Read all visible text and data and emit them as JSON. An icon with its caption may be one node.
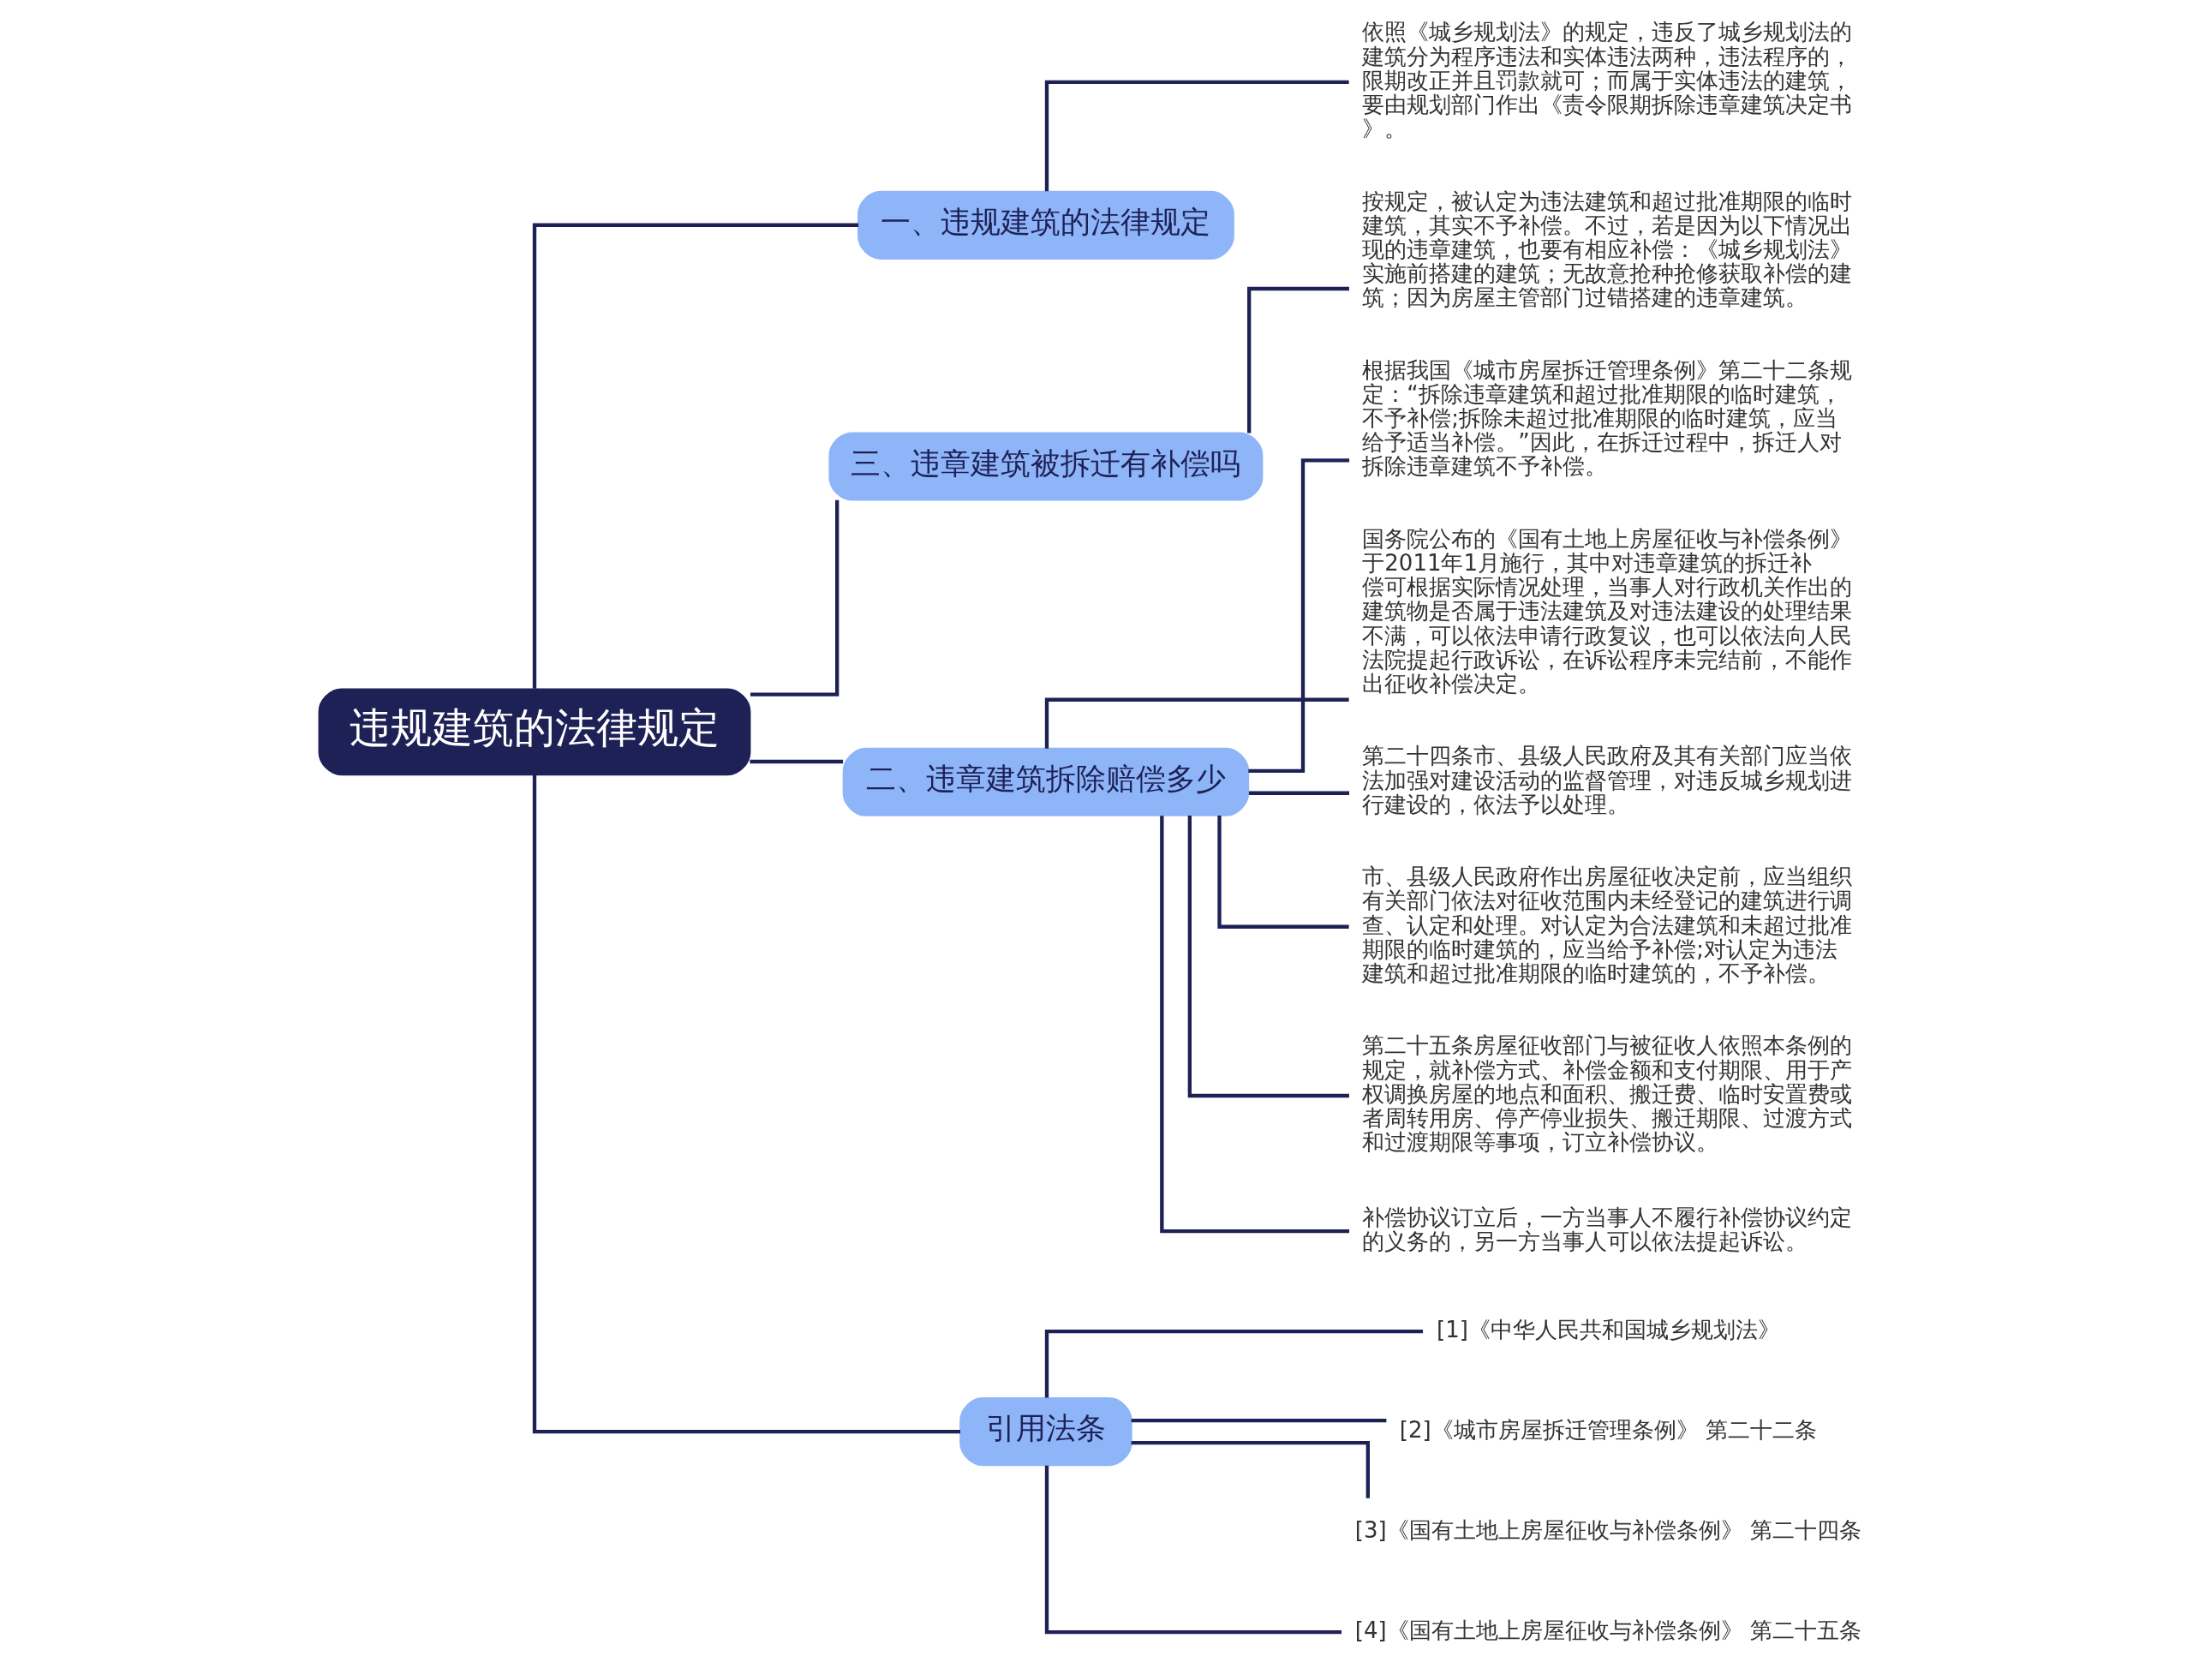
{
  "diagram": {
    "nodes": [
      {
        "text": [
          "违规建筑的法律规定"
        ]
      },
      {
        "text": [
          "一、违规建筑的法律规定"
        ]
      },
      {
        "text": [
          "依照《城乡规划法》的规定，违反了城乡规划法的建筑分为程序违法和实体违法两种，违法程序的，限期改正并且罚款就可；而属于实体违法的建筑，要由规划部门作出《责令限期拆除违章建筑决定书》。"
        ]
      },
      {
        "text": [
          "三、违章建筑被拆迁有补偿吗"
        ]
      },
      {
        "text": [
          "按规定，被认定为违法建筑和超过批准期限的临时建筑，其实不予补偿。不过，若是因为以下情况出现的违章建筑，也要有相应补偿：《城乡规划法》实施前搭建的建筑；无故意抢种抢修获取补偿的建筑；因为房屋主管部门过错搭建的违章建筑。"
        ]
      },
      {
        "text": [
          "二、违章建筑拆除赔偿多少"
        ]
      },
      {
        "text": [
          "根据我国《城市房屋拆迁管理条例》第二十二条规定：“拆除违章建筑和超过批准期限的临时建筑，不予补偿;拆除未超过批准期限的临时建筑，应当给予适当补偿。”因此，在拆迁过程中，拆迁人对拆除违章建筑不予补偿。"
        ]
      },
      {
        "text": [
          "国务院公布的《国有土地上房屋征收与补偿条例》于2011年1月施行，其中对违章建筑的拆迁补偿可根据实际情况处理，当事人对行政机关作出的建筑物是否属于违法建筑及对违法建设的处理结果不满，可以依法申请行政复议，也可以依法向人民法院提起行政诉讼，在诉讼程序未完结前，不能作出征收补偿决定。"
        ]
      },
      {
        "text": [
          "第二十四条市、县级人民政府及其有关部门应当依法加强对建设活动的监督管理，对违反城乡规划进行建设的，依法予以处理。"
        ]
      },
      {
        "text": [
          "市、县级人民政府作出房屋征收决定前，应当组织有关部门依法对征收范围内未经登记的建筑进行调查、认定和处理。对认定为合法建筑和未超过批准期限的临时建筑的，应当给予补偿;对认定为违法建筑和超过批准期限的临时建筑的，不予补偿。"
        ]
      },
      {
        "text": [
          "第二十五条房屋征收部门与被征收人依照本条例的规定，就补偿方式、补偿金额和支付期限、用于产权调换房屋的地点和面积、搬迁费、临时安置费或者周转用房、停产停业损失、搬迁期限、过渡方式和过渡期限等事项，订立补偿协议。"
        ]
      },
      {
        "text": [
          "补偿协议订立后，一方当事人不履行补偿协议约定的义务的，另一方当事人可以依法提起诉讼。"
        ]
      },
      {
        "text": [
          "引用法条"
        ]
      },
      {
        "text": [
          "[1]《中华人民共和国城乡规划法》"
        ]
      },
      {
        "text": [
          "[2]《城市房屋拆迁管理条例》 第二十二条"
        ]
      },
      {
        "text": [
          "[3]《国有土地上房屋征收与补偿条例》 第二十四条"
        ]
      },
      {
        "text": [
          "[4]《国有土地上房屋征收与补偿条例》 第二十五条"
        ]
      }
    ],
    "edges": [
      {
        "from": 0,
        "to": 1,
        "arrow": "none"
      },
      {
        "from": 1,
        "to": 2,
        "arrow": "none"
      },
      {
        "from": 0,
        "to": 3,
        "arrow": "none"
      },
      {
        "from": 3,
        "to": 4,
        "arrow": "none"
      },
      {
        "from": 0,
        "to": 5,
        "arrow": "none"
      },
      {
        "from": 5,
        "to": 6,
        "arrow": "none"
      },
      {
        "from": 5,
        "to": 7,
        "arrow": "none"
      },
      {
        "from": 5,
        "to": 8,
        "arrow": "none"
      },
      {
        "from": 5,
        "to": 9,
        "arrow": "none"
      },
      {
        "from": 5,
        "to": 10,
        "arrow": "none"
      },
      {
        "from": 5,
        "to": 11,
        "arrow": "none"
      },
      {
        "from": 0,
        "to": 12,
        "arrow": "none"
      },
      {
        "from": 12,
        "to": 13,
        "arrow": "none"
      },
      {
        "from": 12,
        "to": 14,
        "arrow": "none"
      },
      {
        "from": 12,
        "to": 15,
        "arrow": "none"
      },
      {
        "from": 12,
        "to": 16,
        "arrow": "none"
      }
    ]
  }
}
